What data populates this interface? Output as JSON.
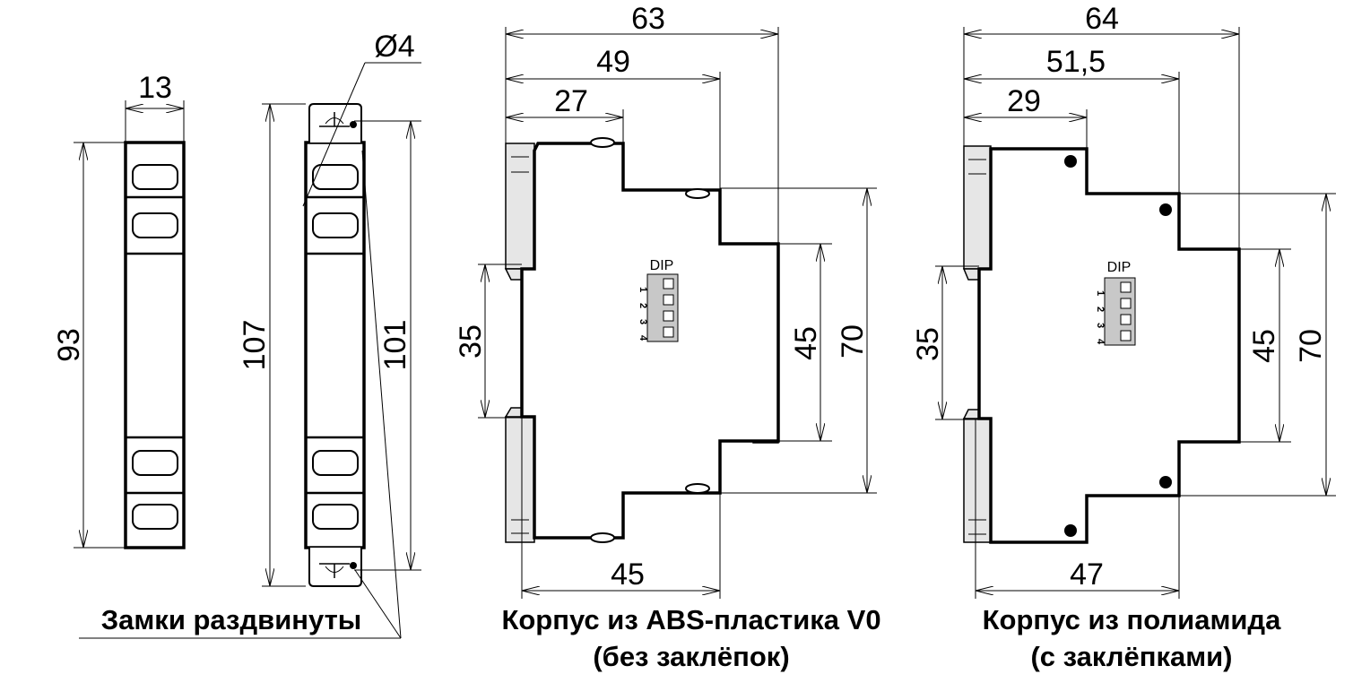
{
  "diagram": {
    "side_view_narrow": {
      "width_label": "13",
      "height_label": "93"
    },
    "side_view_open": {
      "hole_label": "Ø4",
      "outer_height_label": "107",
      "inner_height_label": "101",
      "caption": "Замки раздвинуты"
    },
    "abs_housing": {
      "width_total_label": "63",
      "width_mid_label": "49",
      "width_top_label": "27",
      "rail_label": "35",
      "front_height_label": "45",
      "total_height_label": "70",
      "bottom_width_label": "45",
      "dip_label": "DIP",
      "dip_numbers": [
        "1",
        "2",
        "3",
        "4"
      ],
      "caption_line1": "Корпус из ABS-пластика V0",
      "caption_line2": "(без заклёпок)"
    },
    "polyamide_housing": {
      "width_total_label": "64",
      "width_mid_label": "51,5",
      "width_top_label": "29",
      "rail_label": "35",
      "front_height_label": "45",
      "total_height_label": "70",
      "bottom_width_label": "47",
      "dip_label": "DIP",
      "dip_numbers": [
        "1",
        "2",
        "3",
        "4"
      ],
      "caption_line1": "Корпус из полиамида",
      "caption_line2": "(с заклёпками)"
    }
  }
}
